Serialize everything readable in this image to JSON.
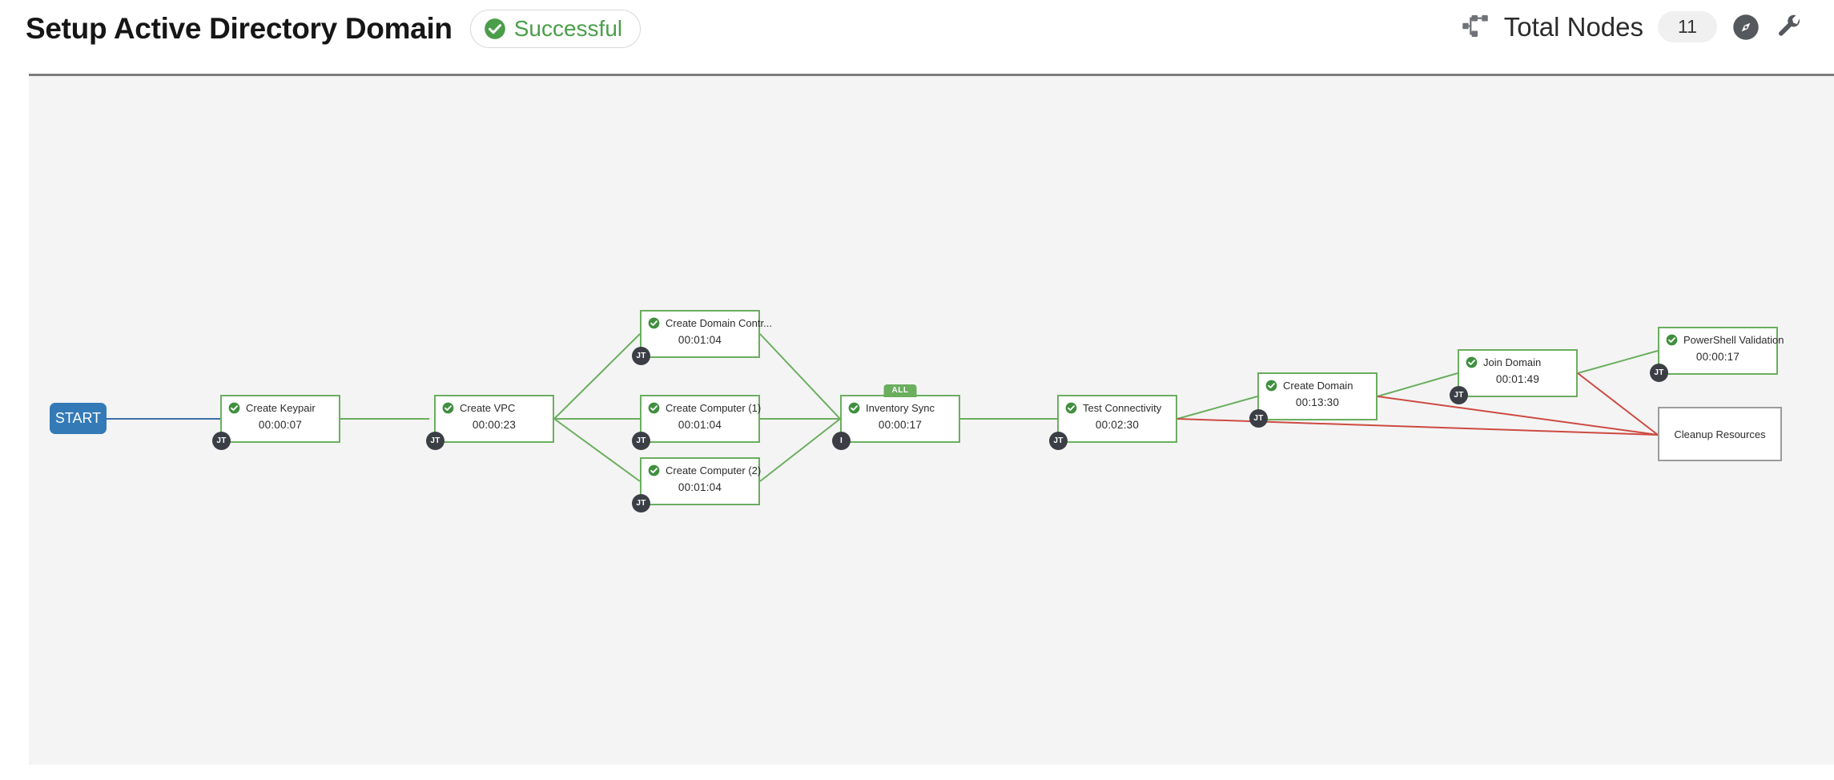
{
  "header": {
    "title": "Setup Active Directory Domain",
    "status": {
      "label": "Successful",
      "icon": "check-circle-icon",
      "color": "#4a9e4a"
    },
    "nodes_icon": "sitemap-icon",
    "nodes_label": "Total Nodes",
    "nodes_count": "11",
    "compass_icon": "compass-icon",
    "wrench_icon": "wrench-icon"
  },
  "graph": {
    "start": {
      "label": "START",
      "color": "#337ab7"
    },
    "colors": {
      "success_border": "#6aae5e",
      "pending_border": "#9b9b9b",
      "success_edge": "#6aae5e",
      "failure_edge": "#cc4b42",
      "start_edge": "#3a6fa8",
      "badge_bg": "#3b3f45",
      "canvas_bg": "#f4f4f4"
    },
    "nodes": [
      {
        "id": "create-keypair",
        "title": "Create Keypair",
        "time": "00:00:07",
        "badge": "JT",
        "status": "success",
        "tag": null
      },
      {
        "id": "create-vpc",
        "title": "Create VPC",
        "time": "00:00:23",
        "badge": "JT",
        "status": "success",
        "tag": null
      },
      {
        "id": "create-domain-controller",
        "title": "Create Domain Contr...",
        "time": "00:01:04",
        "badge": "JT",
        "status": "success",
        "tag": null
      },
      {
        "id": "create-computer-1",
        "title": "Create Computer (1)",
        "time": "00:01:04",
        "badge": "JT",
        "status": "success",
        "tag": null
      },
      {
        "id": "create-computer-2",
        "title": "Create Computer (2)",
        "time": "00:01:04",
        "badge": "JT",
        "status": "success",
        "tag": null
      },
      {
        "id": "inventory-sync",
        "title": "Inventory Sync",
        "time": "00:00:17",
        "badge": "I",
        "status": "success",
        "tag": "ALL"
      },
      {
        "id": "test-connectivity",
        "title": "Test Connectivity",
        "time": "00:02:30",
        "badge": "JT",
        "status": "success",
        "tag": null
      },
      {
        "id": "create-domain",
        "title": "Create Domain",
        "time": "00:13:30",
        "badge": "JT",
        "status": "success",
        "tag": null
      },
      {
        "id": "join-domain",
        "title": "Join Domain",
        "time": "00:01:49",
        "badge": "JT",
        "status": "success",
        "tag": null
      },
      {
        "id": "powershell-validation",
        "title": "PowerShell Validation",
        "time": "00:00:17",
        "badge": "JT",
        "status": "success",
        "tag": null
      },
      {
        "id": "cleanup-resources",
        "title": "Cleanup Resources",
        "time": "",
        "badge": "",
        "status": "pending",
        "tag": null
      }
    ]
  }
}
